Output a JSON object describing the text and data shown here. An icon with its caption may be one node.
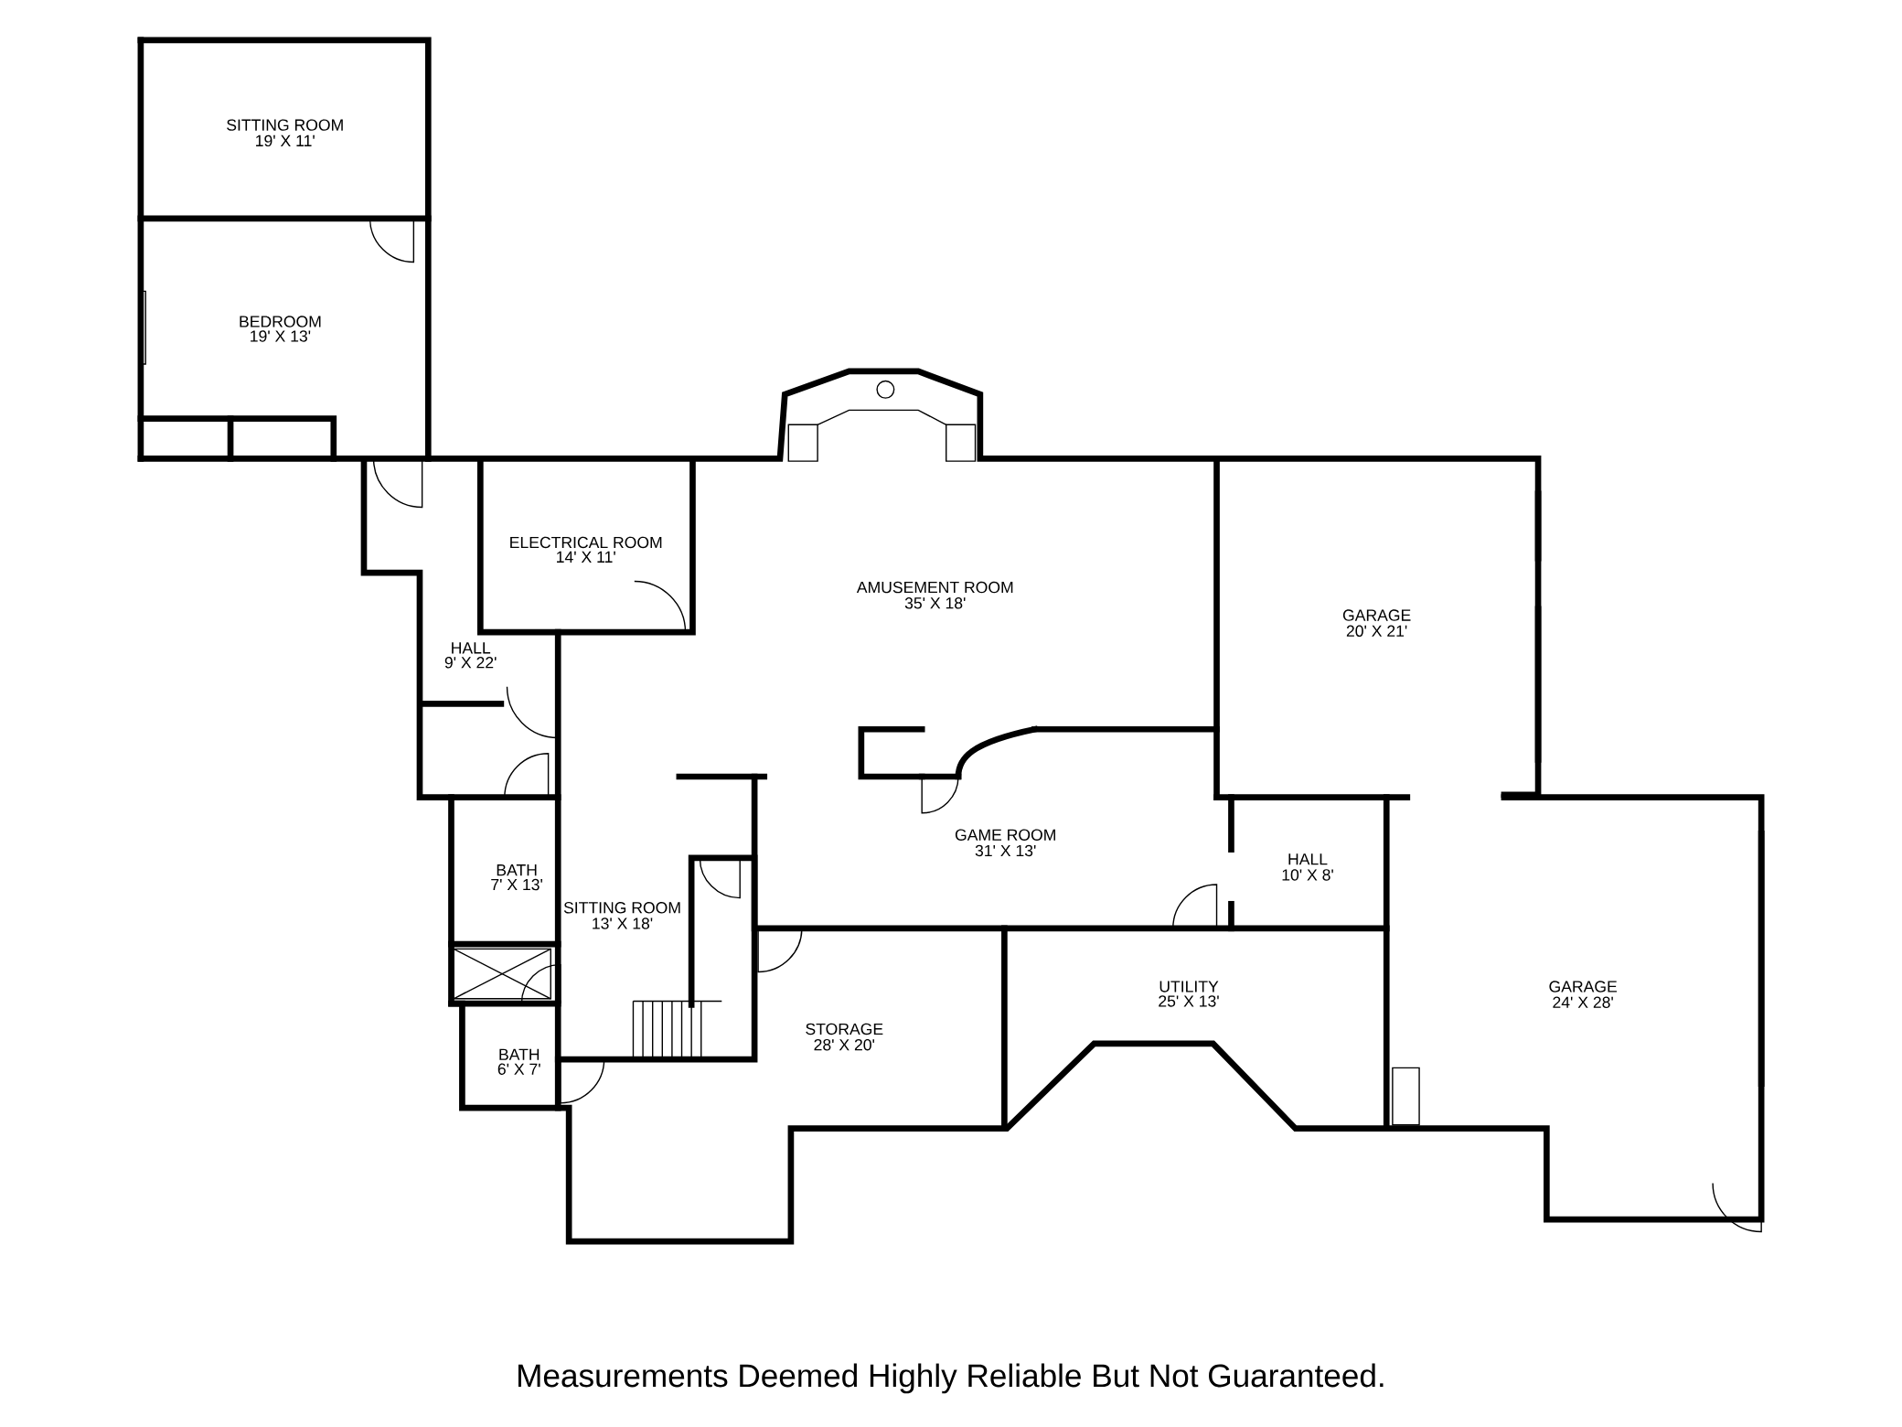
{
  "diagram": {
    "caption": "Measurements Deemed Highly Reliable But Not Guaranteed.",
    "labels": [
      "SITTING ROOM",
      "19' X 11'",
      "BEDROOM",
      "19' X 13'",
      "ELECTRICAL ROOM",
      "14' X 11'",
      "AMUSEMENT ROOM",
      "35' X 18'",
      "GARAGE",
      "20' X 21'",
      "HALL",
      "9' X 22'",
      "GAME ROOM",
      "31' X 13'",
      "HALL",
      "10' X 8'",
      "BATH",
      "7' X 13'",
      "SITTING ROOM",
      "13' X 18'",
      "UTILITY",
      "25' X 13'",
      "GARAGE",
      "24' X 28'",
      "STORAGE",
      "28' X 20'",
      "BATH",
      "6' X 7'"
    ]
  }
}
